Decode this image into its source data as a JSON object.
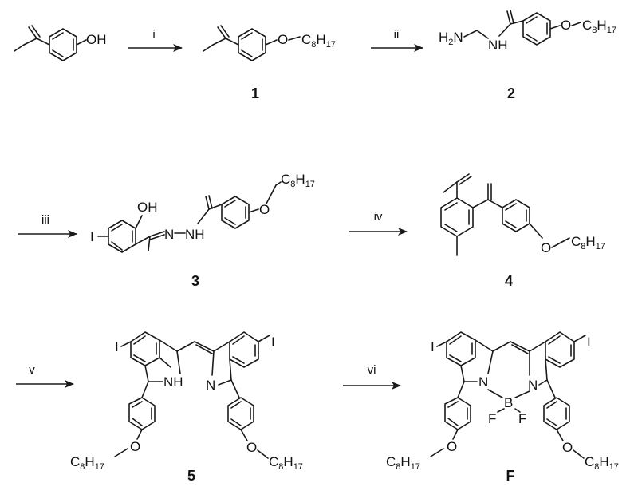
{
  "steps": {
    "i": "i",
    "ii": "ii",
    "iii": "iii",
    "iv": "iv",
    "v": "v",
    "vi": "vi"
  },
  "compounds": {
    "c1": "1",
    "c2": "2",
    "c3": "3",
    "c4": "4",
    "c5": "5",
    "cF": "F"
  },
  "atoms": {
    "oh": "OH",
    "o": "O",
    "c8": "C",
    "c8_sub": "8",
    "h17": "H",
    "h17_sub": "17",
    "h2n_h": "H",
    "h2n_sub": "2",
    "h2n_n": "N",
    "nh": "NH",
    "n": "N",
    "iodo": "I",
    "b": "B",
    "f": "F"
  }
}
